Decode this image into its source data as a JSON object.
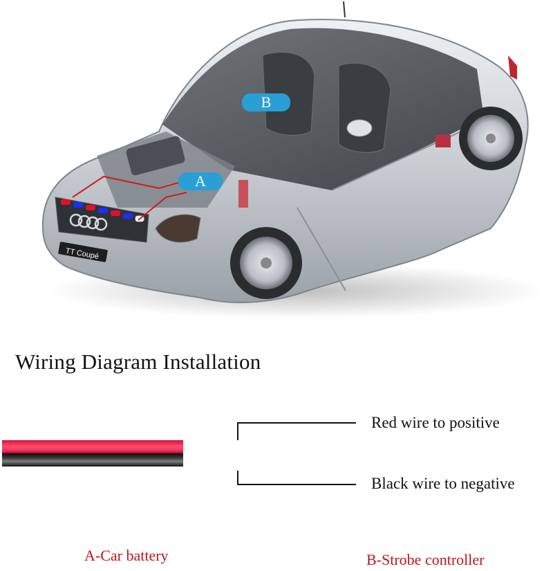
{
  "illustration": {
    "subject": "cutaway-sports-coupe",
    "badge_text": "TT Coupé",
    "strobe_light_colors": [
      "#e0102a",
      "#1a2fff",
      "#e0102a",
      "#1a2fff",
      "#e0102a",
      "#1a2fff",
      "#ffffff"
    ],
    "wire_route_color": "#d01a1a",
    "markers": [
      {
        "id": "A",
        "label": "A",
        "color": "#2a9fd6"
      },
      {
        "id": "B",
        "label": "B",
        "color": "#2a9fd6"
      }
    ]
  },
  "title": "Wiring Diagram Installation",
  "wire": {
    "red_color": "#f03a5c",
    "black_color": "#3a3a3a",
    "red_label": "Red wire to positive",
    "black_label": "Black wire to negative"
  },
  "legend": {
    "a": "A-Car battery",
    "b": "B-Strobe controller",
    "color": "#c0141b"
  }
}
